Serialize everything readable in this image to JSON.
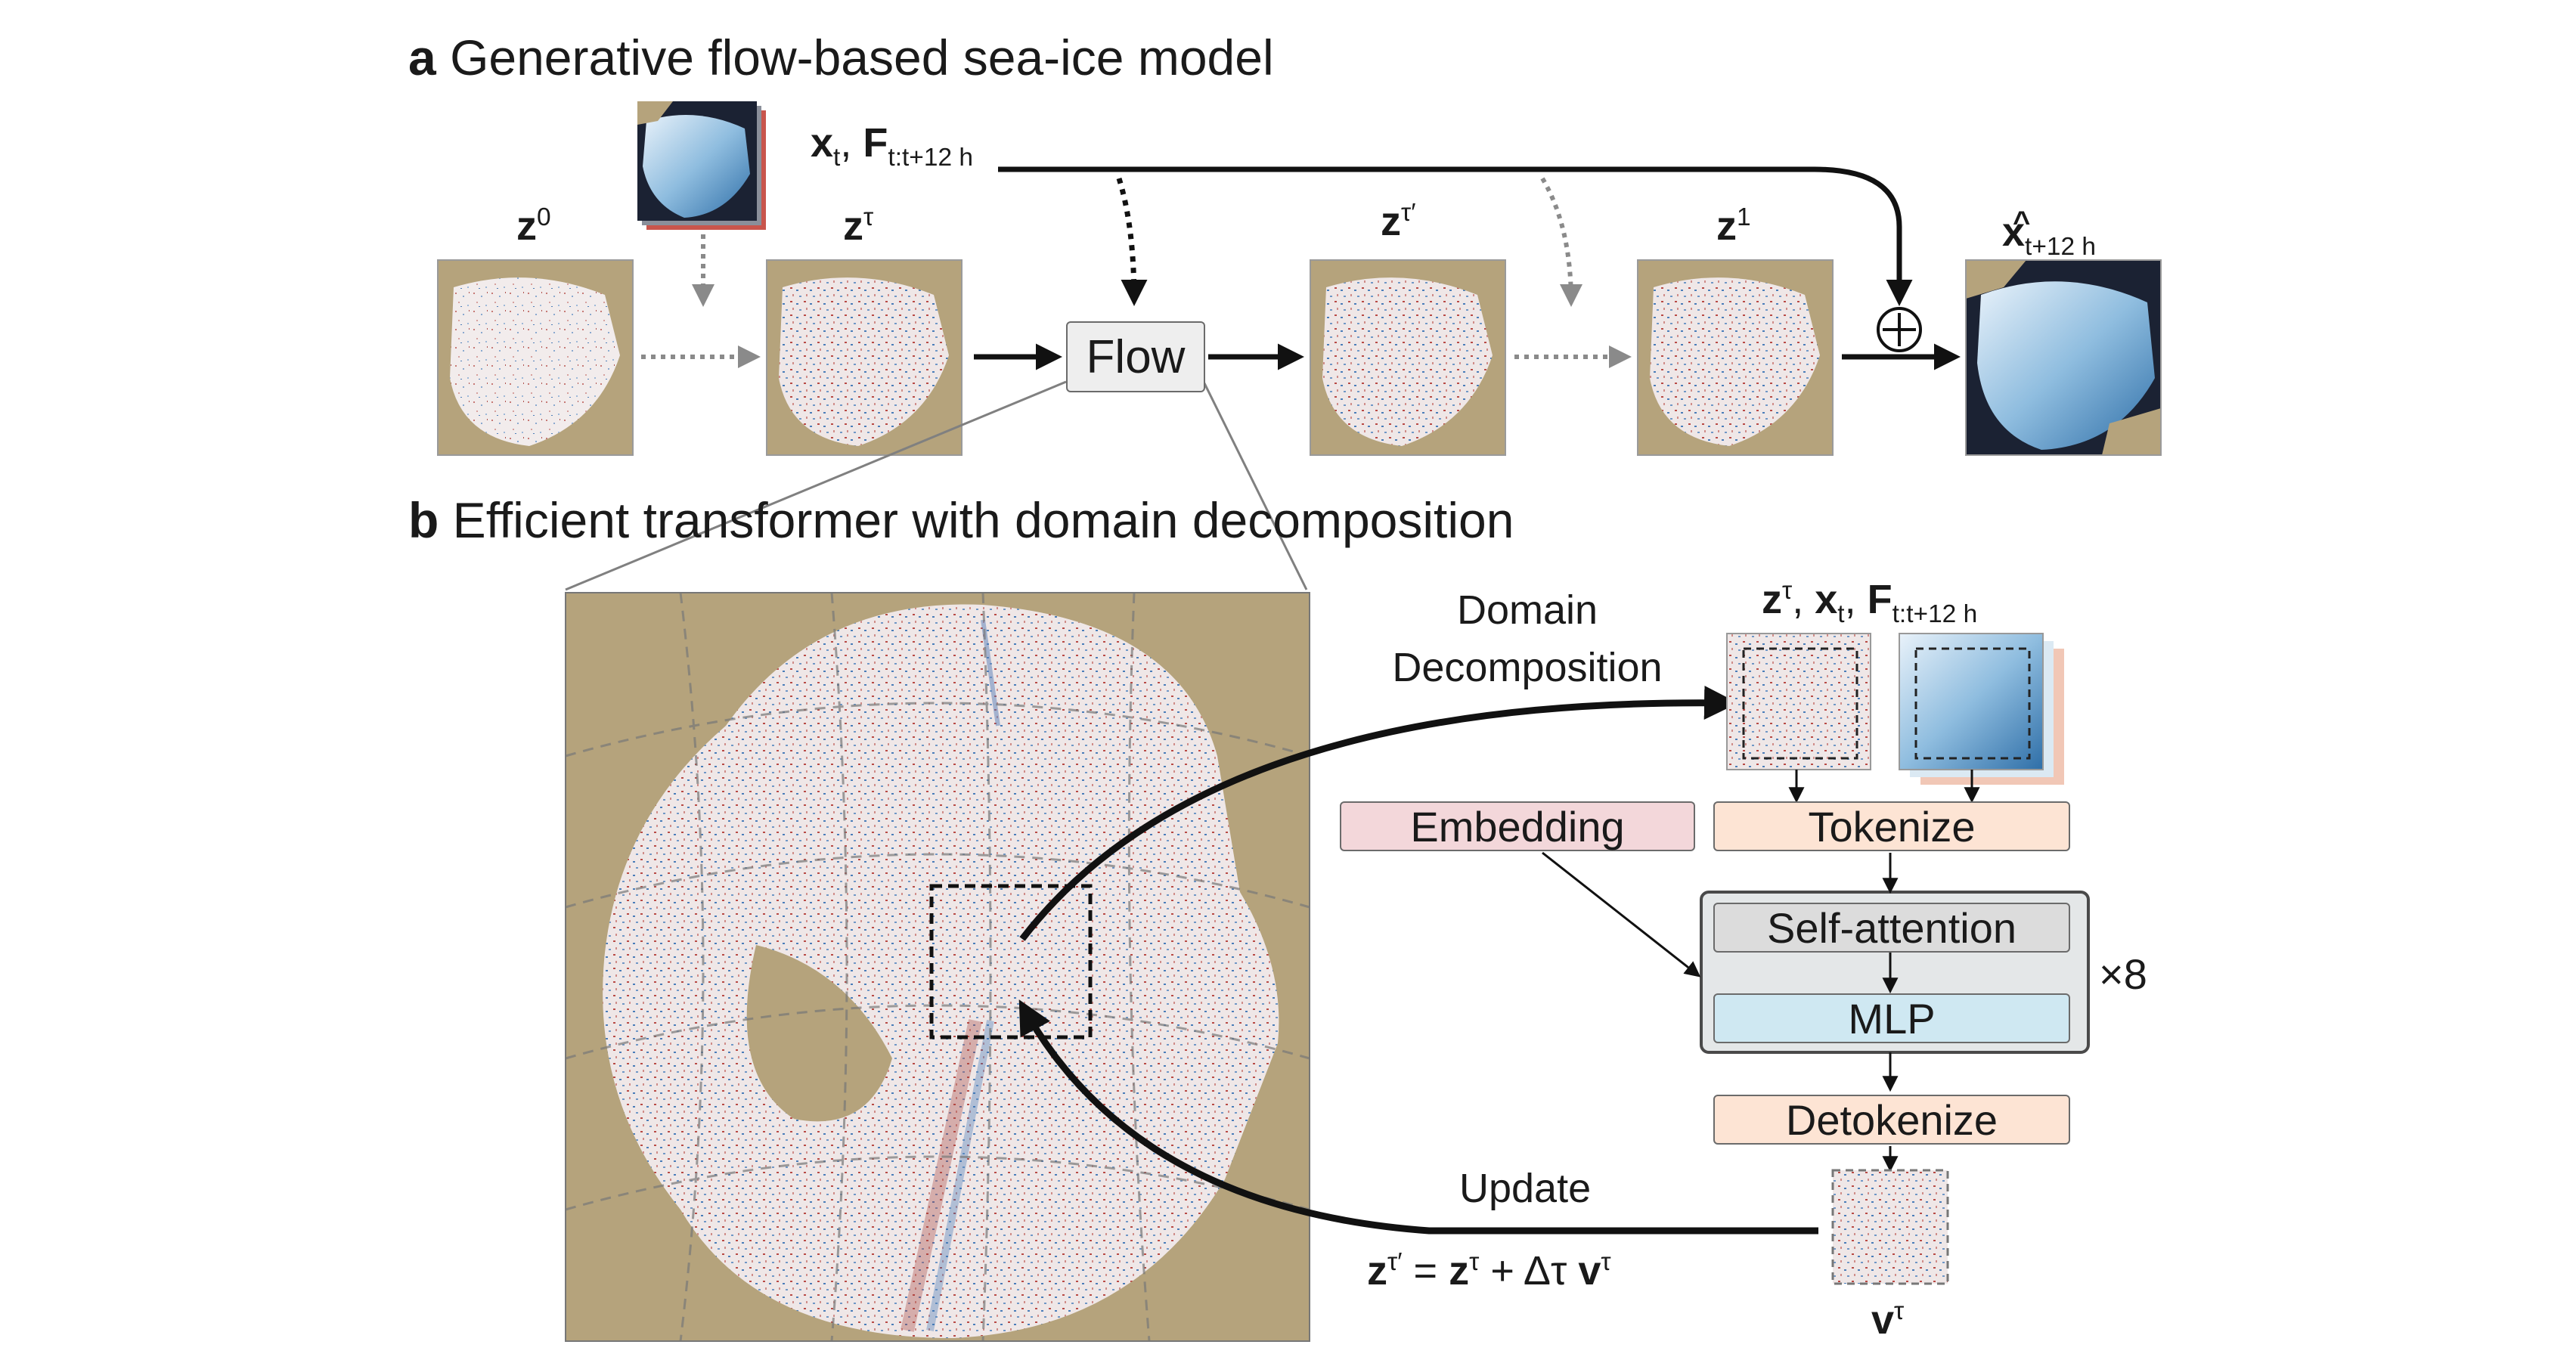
{
  "panel_a": {
    "letter": "a",
    "title": "Generative flow-based sea-ice model",
    "states": [
      {
        "base": "z",
        "sup": "0"
      },
      {
        "base": "z",
        "sup": "τ"
      },
      {
        "base": "z",
        "sup": "τ′"
      },
      {
        "base": "z",
        "sup": "1"
      }
    ],
    "input_x": "x",
    "input_x_sub": "t",
    "input_sep": ",",
    "input_f": "F",
    "input_f_sub": "t:t+12 h",
    "flow_label": "Flow",
    "plus_symbol": "⊕",
    "output_base": "x",
    "output_sub": "t+12 h"
  },
  "panel_b": {
    "letter": "b",
    "title": "Efficient transformer with domain decomposition",
    "domain_label_1": "Domain",
    "domain_label_2": "Decomposition",
    "inputs_z": "z",
    "inputs_z_sup": "τ",
    "inputs_x": "x",
    "inputs_x_sub": "t",
    "inputs_f": "F",
    "inputs_f_sub": "t:t+12 h",
    "embedding": "Embedding",
    "tokenize": "Tokenize",
    "self_attention": "Self-attention",
    "mlp": "MLP",
    "repeat": "×8",
    "detokenize": "Detokenize",
    "update_label": "Update",
    "eq_lhs": "z",
    "eq_lhs_sup": "τ′",
    "eq_equals": "=",
    "eq_z": "z",
    "eq_z_sup": "τ",
    "eq_plus": "+",
    "eq_delta": "Δτ",
    "eq_v": "v",
    "eq_v_sup": "τ",
    "velocity_base": "v",
    "velocity_sup": "τ"
  },
  "colors": {
    "land": "#b5a37c",
    "ice_white": "#f4f0ef",
    "ice_blue": "#2f79b7",
    "ocean_dark": "#1b2233",
    "anomaly_red": "#b8352f",
    "anomaly_blue": "#3b77b8",
    "embedding_fill": "#f3d7da",
    "tokenize_fill": "#fde4d4",
    "self_attention_fill": "#dcdcdc",
    "mlp_fill": "#cfe8f2",
    "transformer_fill": "#e4e7e8",
    "dotted_gray": "#8a8a8a"
  }
}
